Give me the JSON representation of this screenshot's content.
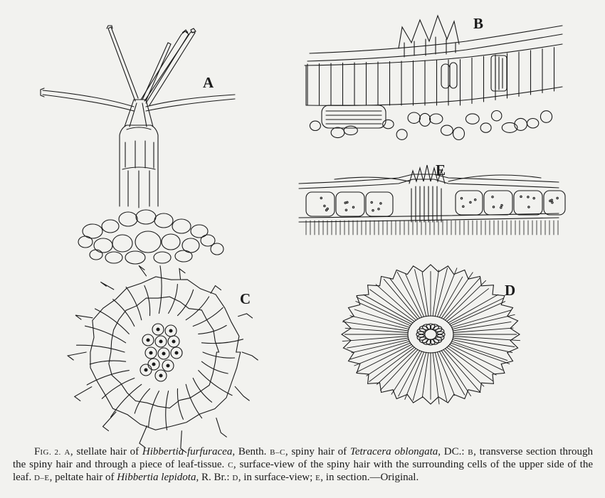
{
  "figure": {
    "labels": {
      "a": "A",
      "b": "B",
      "c": "C",
      "d": "D",
      "e": "E"
    }
  },
  "caption": {
    "fig_prefix_cap": "F",
    "fig_prefix_rest": "IG. 2.",
    "a_letter": "A",
    "a_text": ", stellate hair of ",
    "a_species": "Hibbertia furfuracea",
    "a_author": ", Benth.",
    "bc_letters": "B–C",
    "bc_text": ", spiny hair of ",
    "bc_species": "Tetracera oblongata",
    "bc_author": ", DC.:",
    "b_letter": "B",
    "b_text": ", transverse section through the spiny hair and through a piece of leaf-tissue.",
    "c_letter": "C",
    "c_text": ", surface-view of the spiny hair with the surrounding cells of the upper side of the leaf.",
    "de_letters": "D–E",
    "de_text": ", peltate hair of ",
    "de_species": "Hibbertia lepidota",
    "de_author": ", R. Br.:",
    "d_letter": "D",
    "d_text": ", in surface-view;",
    "e_letter": "E",
    "e_text": ", in section.—Original."
  }
}
